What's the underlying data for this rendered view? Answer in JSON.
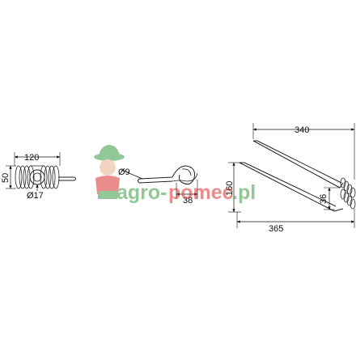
{
  "dimensions": {
    "spring_width": "120",
    "spring_height": "50",
    "spring_diameter": "Ø17",
    "wire_diameter": "Ø9",
    "side_length": "38",
    "tine_top_length": "340",
    "tine_total_length": "365",
    "tine_height": "160",
    "coil_height": "36"
  },
  "watermark": {
    "text_agro": "agro",
    "text_dash": "-",
    "text_pomec": "pomec",
    "text_tld": ".pl",
    "green": "#3a9a43",
    "red": "#d7312f"
  }
}
